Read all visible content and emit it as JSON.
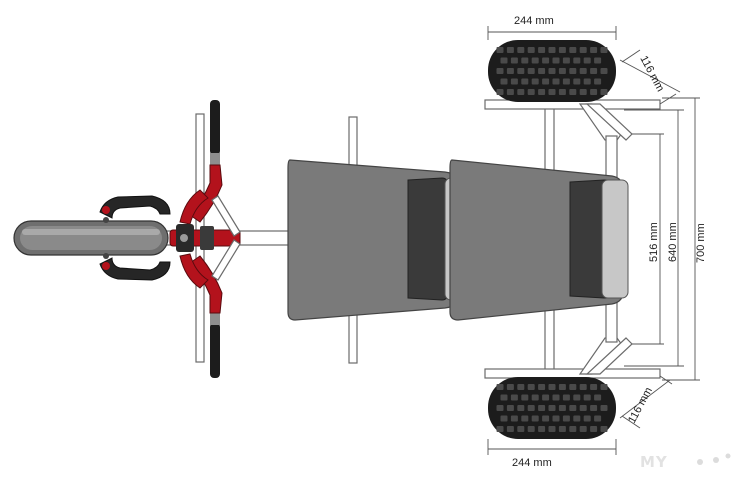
{
  "dimensions": {
    "top_wheel_width": "244 mm",
    "bottom_wheel_width": "244 mm",
    "top_tire_width": "116 mm",
    "bottom_tire_width": "116 mm",
    "inner_track": "516 mm",
    "middle_track": "640 mm",
    "outer_track": "700 mm"
  },
  "watermark": "MY",
  "colors": {
    "frame_red": "#b3121c",
    "seat_gray": "#7a7a7a",
    "cushion_dark": "#3a3a3a",
    "tire_black": "#1c1c1c"
  }
}
